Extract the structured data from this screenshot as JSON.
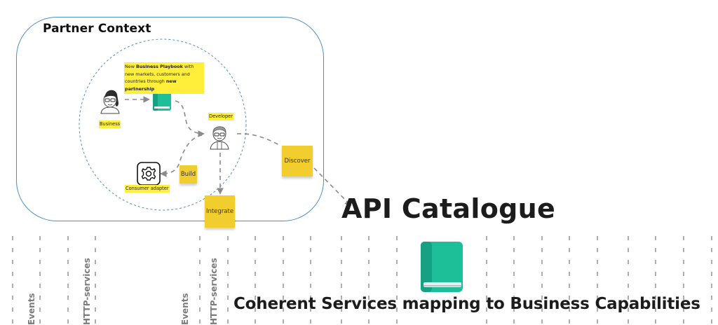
{
  "partner_context": {
    "title": "Partner Context",
    "playbook_note": {
      "prefix": "New ",
      "bold1": "Business Playbook",
      "middle": " with new markets, customers and countries through ",
      "bold2": "new partnership"
    },
    "actors": {
      "business": "Business",
      "developer": "Developer",
      "consumer_adapter": "Consumer adapter"
    },
    "stickies": {
      "build": "Build",
      "discover": "Discover",
      "integrate": "Integrate"
    }
  },
  "api_catalogue": {
    "title": "API Catalogue",
    "subtitle": "Coherent Services mapping to Business Capabilities"
  },
  "lanes": {
    "labels": [
      "Events",
      "HTTP-services",
      "Events",
      "HTTP-services"
    ]
  },
  "colors": {
    "container_border": "#4f8fbf",
    "highlight": "#ffef3a",
    "sticky": "#f2cd2e",
    "book": "#1dbf98",
    "book_spine": "#17a184",
    "arrow": "#8a8a8a",
    "lane_line": "#8c8c8c"
  },
  "icons": {
    "business": "woman-avatar-icon",
    "developer": "man-avatar-icon",
    "playbook": "book-icon",
    "adapter": "gear-icon",
    "catalogue": "book-icon"
  }
}
